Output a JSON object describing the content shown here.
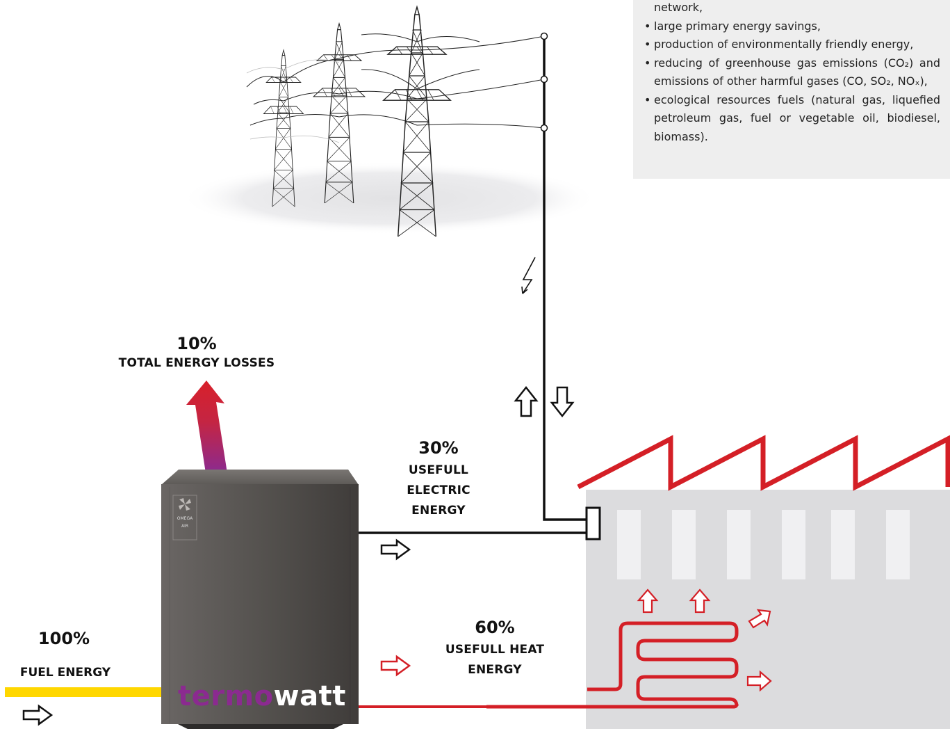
{
  "info_box": {
    "line_partial": "network,",
    "bullets": [
      "large primary energy savings,",
      "production of environmentally friendly energy,",
      "reducing of greenhouse gas emissions (CO₂) and emissions of other harmful gases (CO, SO₂, NOₓ),",
      "ecological resources fuels (natural gas, liquefied petroleum gas, fuel or vegetable oil, biodiesel, biomass)."
    ]
  },
  "labels": {
    "losses": {
      "percent": "10%",
      "caption": "TOTAL ENERGY LOSSES"
    },
    "electric": {
      "percent": "30%",
      "line1": "USEFULL",
      "line2": "ELECTRIC",
      "line3": "ENERGY"
    },
    "heat": {
      "percent": "60%",
      "line1": "USEFULL HEAT",
      "line2": "ENERGY"
    },
    "fuel": {
      "percent": "100%",
      "caption": "FUEL ENERGY"
    }
  },
  "unit": {
    "brand_part1": "termo",
    "brand_part2": "watt",
    "plate_line1": "OMEGA",
    "plate_line2": "AIR"
  },
  "colors": {
    "fuel_line": "#ffd700",
    "heat_red": "#d41f26",
    "factory_wall": "#dcdcde",
    "unit_body": "#4f4c4a",
    "brand_purple": "#8b2a90",
    "info_box_bg": "#eeeeee"
  }
}
